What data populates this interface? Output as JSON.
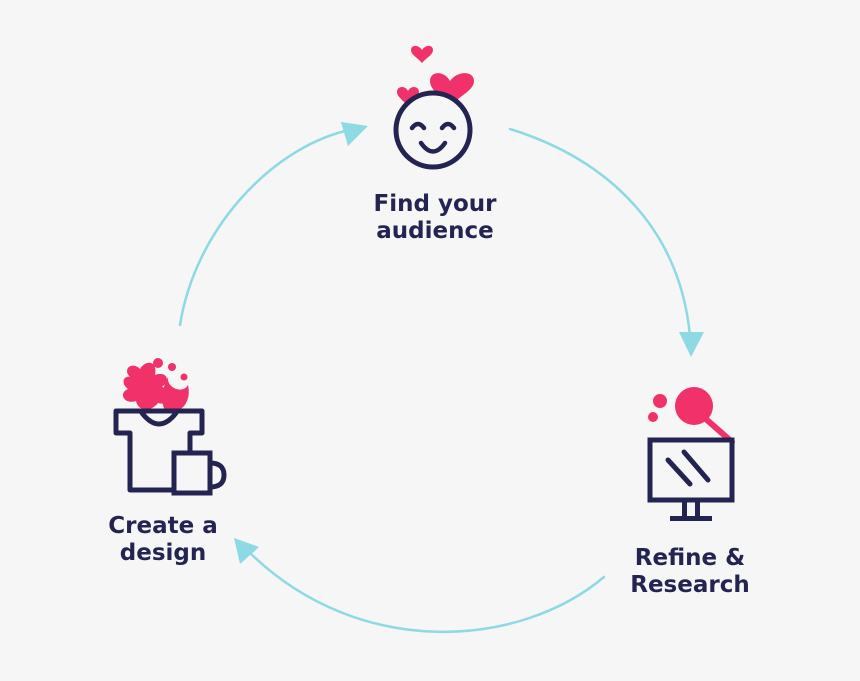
{
  "colors": {
    "background": "#f6f6f6",
    "arrow": "#8dd9e4",
    "ink": "#242452",
    "accent": "#f0316a"
  },
  "steps": [
    {
      "id": "find",
      "label_line1": "Find your",
      "label_line2": "audience",
      "icon": "smiley-face-hearts-icon"
    },
    {
      "id": "refine",
      "label_line1": "Refine &",
      "label_line2": "Research",
      "icon": "monitor-magnifier-icon"
    },
    {
      "id": "create",
      "label_line1": "Create a",
      "label_line2": "design",
      "icon": "shirt-mug-icon"
    }
  ]
}
